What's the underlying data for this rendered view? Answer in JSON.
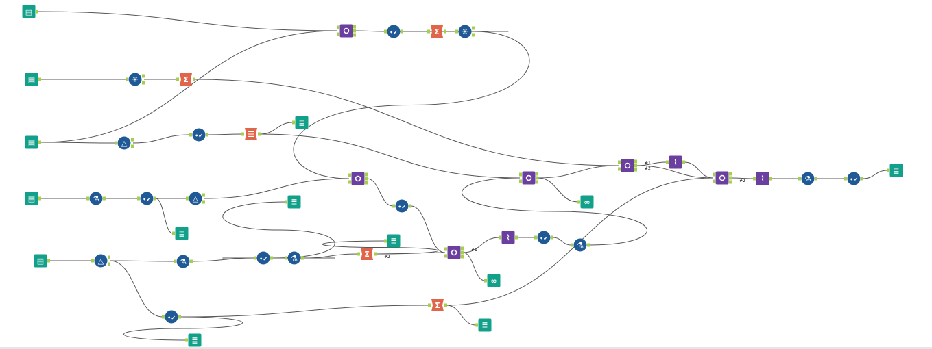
{
  "colors": {
    "input": "#13a08a",
    "output": "#13a08a",
    "browse": "#13a08a",
    "select": "#1f5a96",
    "formula": "#1f5a96",
    "sample": "#1f5a96",
    "generate": "#1f5a96",
    "join": "#6b3fa0",
    "dna": "#6b3fa0",
    "summarize": "#e0654a",
    "text-to-columns": "#e0654a",
    "connector": "#555555",
    "anchor": "#a6cf4a"
  },
  "icons": {
    "input": "book-icon",
    "output": "report-icon",
    "browse": "binoculars-icon",
    "select": "checkmark-icon",
    "formula": "flask-icon",
    "sample": "triangle-icon",
    "generate": "snowflake-icon",
    "join": "join-icon",
    "dna": "dna-icon",
    "summarize": "sigma-icon",
    "text-to-columns": "text-to-columns-icon"
  },
  "nodes": [
    {
      "id": "in1",
      "type": "input"
    },
    {
      "id": "in2",
      "type": "input"
    },
    {
      "id": "in3",
      "type": "input"
    },
    {
      "id": "in4",
      "type": "input"
    },
    {
      "id": "in5",
      "type": "input"
    },
    {
      "id": "j1",
      "type": "join"
    },
    {
      "id": "sel1",
      "type": "select"
    },
    {
      "id": "sum1",
      "type": "summarize"
    },
    {
      "id": "gen1",
      "type": "generate"
    },
    {
      "id": "gen2",
      "type": "generate"
    },
    {
      "id": "sum2",
      "type": "summarize"
    },
    {
      "id": "tri1",
      "type": "sample"
    },
    {
      "id": "sel2",
      "type": "select"
    },
    {
      "id": "ttc",
      "type": "text-to-columns"
    },
    {
      "id": "rep1",
      "type": "output"
    },
    {
      "id": "fx1",
      "type": "formula"
    },
    {
      "id": "sel3",
      "type": "select"
    },
    {
      "id": "tri2",
      "type": "sample"
    },
    {
      "id": "rep2",
      "type": "output"
    },
    {
      "id": "j2",
      "type": "join"
    },
    {
      "id": "sel4",
      "type": "select"
    },
    {
      "id": "j5",
      "type": "join"
    },
    {
      "id": "br1",
      "type": "browse"
    },
    {
      "id": "dna1",
      "type": "dna"
    },
    {
      "id": "sel5",
      "type": "select"
    },
    {
      "id": "fx2",
      "type": "formula"
    },
    {
      "id": "tri3",
      "type": "sample"
    },
    {
      "id": "fx3",
      "type": "formula"
    },
    {
      "id": "sel7",
      "type": "select"
    },
    {
      "id": "fx4",
      "type": "formula"
    },
    {
      "id": "rep3",
      "type": "output"
    },
    {
      "id": "sum3",
      "type": "summarize"
    },
    {
      "id": "rep4",
      "type": "output"
    },
    {
      "id": "sel8",
      "type": "select"
    },
    {
      "id": "rep5",
      "type": "output"
    },
    {
      "id": "sum4",
      "type": "summarize"
    },
    {
      "id": "rep6",
      "type": "output"
    },
    {
      "id": "j3",
      "type": "join"
    },
    {
      "id": "br2",
      "type": "browse"
    },
    {
      "id": "j4",
      "type": "join"
    },
    {
      "id": "dna2",
      "type": "dna"
    },
    {
      "id": "j6",
      "type": "join"
    },
    {
      "id": "dna3",
      "type": "dna"
    },
    {
      "id": "fx5",
      "type": "formula"
    },
    {
      "id": "sel6",
      "type": "select"
    },
    {
      "id": "rep7",
      "type": "output"
    }
  ],
  "edges": [
    {
      "from": "in1",
      "to": "j1"
    },
    {
      "from": "in3",
      "to": "j1"
    },
    {
      "from": "j1",
      "to": "sel1"
    },
    {
      "from": "sel1",
      "to": "sum1"
    },
    {
      "from": "sum1",
      "to": "gen1"
    },
    {
      "from": "gen1",
      "to": "j2"
    },
    {
      "from": "in2",
      "to": "gen2"
    },
    {
      "from": "gen2",
      "to": "sum2"
    },
    {
      "from": "sum2",
      "to": "j4"
    },
    {
      "from": "in3",
      "to": "tri1"
    },
    {
      "from": "tri1",
      "to": "sel2"
    },
    {
      "from": "sel2",
      "to": "ttc"
    },
    {
      "from": "ttc",
      "to": "rep1"
    },
    {
      "from": "ttc",
      "to": "j3"
    },
    {
      "from": "in4",
      "to": "fx1"
    },
    {
      "from": "fx1",
      "to": "sel3"
    },
    {
      "from": "sel3",
      "to": "tri2"
    },
    {
      "from": "sel3",
      "to": "rep2"
    },
    {
      "from": "tri2",
      "to": "j2"
    },
    {
      "from": "j2",
      "to": "sel4"
    },
    {
      "from": "sel4",
      "to": "j5"
    },
    {
      "from": "j5",
      "to": "dna1",
      "label": "#1"
    },
    {
      "from": "j5",
      "to": "br1"
    },
    {
      "from": "dna1",
      "to": "sel5"
    },
    {
      "from": "sel5",
      "to": "fx2"
    },
    {
      "from": "fx2",
      "to": "j3"
    },
    {
      "from": "in5",
      "to": "tri3"
    },
    {
      "from": "tri3",
      "to": "fx3"
    },
    {
      "from": "fx3",
      "to": "sel7"
    },
    {
      "from": "sel7",
      "to": "fx4"
    },
    {
      "from": "sel7",
      "to": "rep3"
    },
    {
      "from": "fx4",
      "to": "sum3"
    },
    {
      "from": "sum3",
      "to": "j5",
      "label": "#2"
    },
    {
      "from": "sum3",
      "to": "rep4"
    },
    {
      "from": "tri3",
      "to": "sel8"
    },
    {
      "from": "sel8",
      "to": "rep5"
    },
    {
      "from": "sel8",
      "to": "sum4"
    },
    {
      "from": "sum4",
      "to": "rep6"
    },
    {
      "from": "sum4",
      "to": "j6"
    },
    {
      "from": "j3",
      "to": "br2"
    },
    {
      "from": "j3",
      "to": "j4"
    },
    {
      "from": "j4",
      "to": "dna2",
      "label": "#1"
    },
    {
      "from": "j4",
      "to": "j6",
      "label": "#2"
    },
    {
      "from": "dna2",
      "to": "j6"
    },
    {
      "from": "j6",
      "to": "dna3",
      "label": "#2"
    },
    {
      "from": "dna3",
      "to": "fx5"
    },
    {
      "from": "fx5",
      "to": "sel6"
    },
    {
      "from": "sel6",
      "to": "rep7"
    }
  ]
}
